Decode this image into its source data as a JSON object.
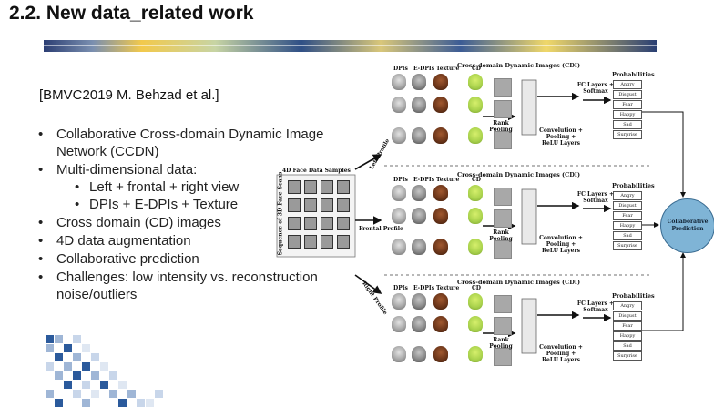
{
  "slide": {
    "title": "2.2. New data_related work",
    "citation": "[BMVC2019 M. Behzad et al.]"
  },
  "bullets": {
    "b1": "Collaborative Cross-domain Dynamic Image Network (CCDN)",
    "b2": "Multi-dimensional data:",
    "b2_sub1": "Left + frontal + right view",
    "b2_sub2": "DPIs + E-DPIs + Texture",
    "b3": "Cross domain (CD) images",
    "b4": "4D data augmentation",
    "b5": "Collaborative prediction",
    "b6": "Challenges: low intensity vs. reconstruction noise/outliers"
  },
  "diagram": {
    "samples_title": "4D Face Data Samples",
    "sequence_label": "Sequence of 3D Face Scans",
    "profiles": [
      "Left Profile",
      "Frontal Profile",
      "Right Profile"
    ],
    "column_headers": [
      "DPIs",
      "E-DPIs",
      "Texture",
      "CD"
    ],
    "cdi_title": "Cross-domain Dynamic Images (CDI)",
    "rank_pooling": "Rank Pooling",
    "conv_label": "Convolution + Pooling + ReLU Layers",
    "fc_label": "FC Layers + Softmax",
    "probabilities_title": "Probabilities",
    "emotions": [
      "Angry",
      "Disgust",
      "Fear",
      "Happy",
      "Sad",
      "Surprise"
    ],
    "collab_prediction": "Collaborative Prediction"
  },
  "colors": {
    "collab_circle": "#7fb4d6",
    "band_dark": "#2c3e73",
    "band_yellow": "#f2c94c",
    "mosaic_blue": "#2b5a9c"
  }
}
